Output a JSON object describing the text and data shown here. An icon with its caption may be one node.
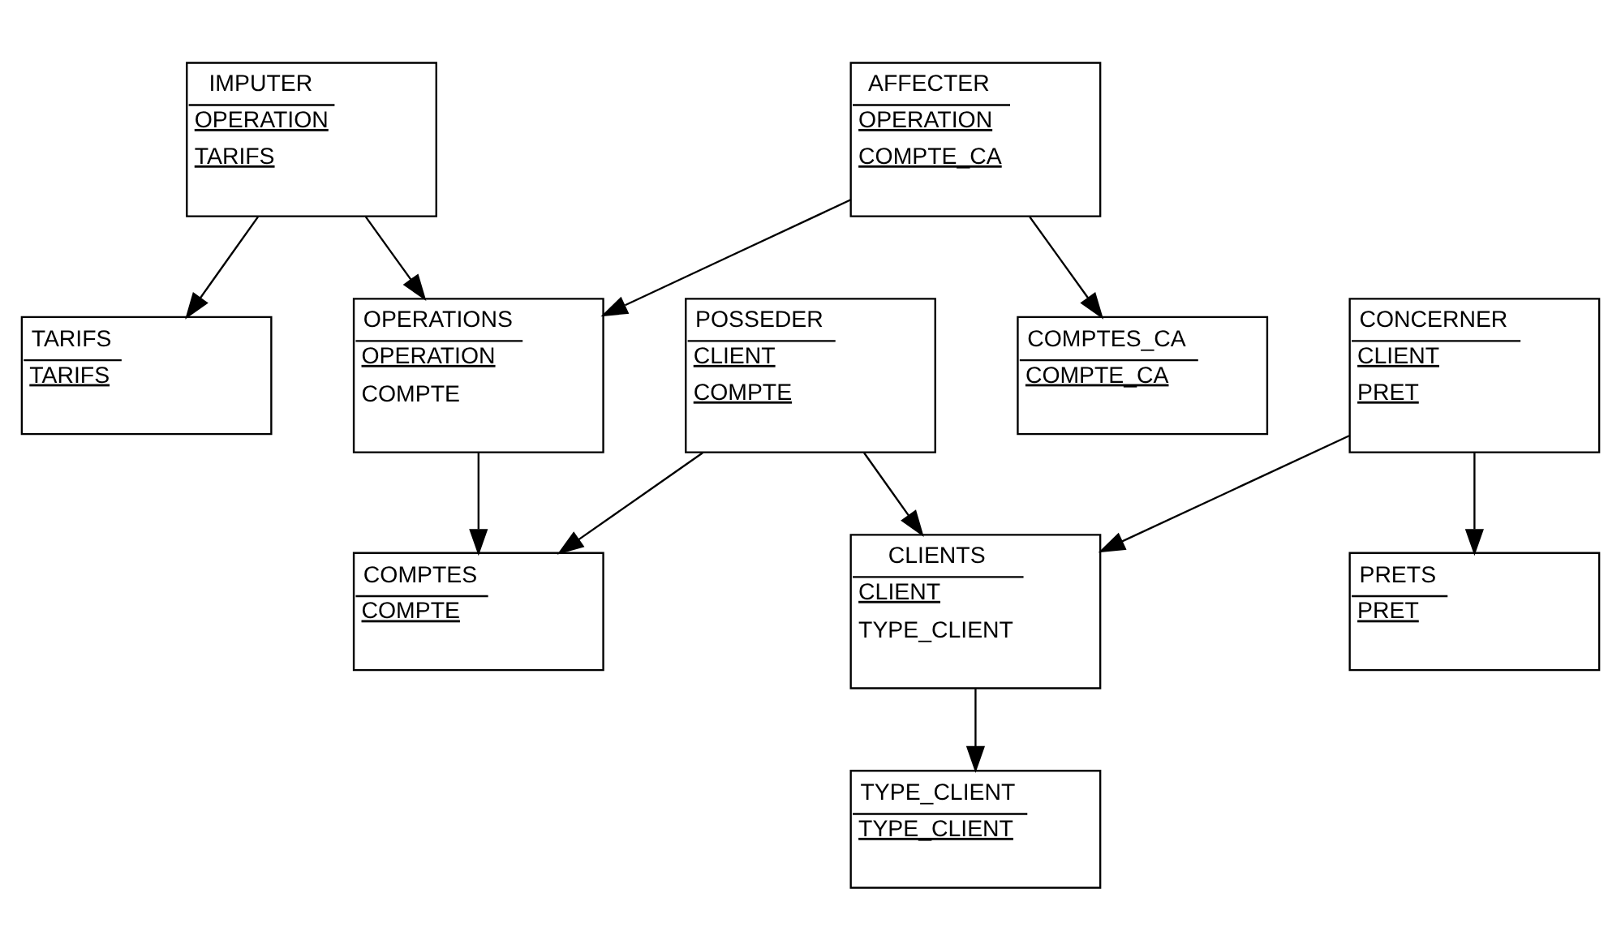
{
  "diagram": {
    "nodes": [
      {
        "text": [
          "TYPE_CLIENT",
          "TYPE_CLIENT"
        ]
      },
      {
        "text": [
          "CLIENTS",
          "CLIENT",
          "TYPE_CLIENT"
        ]
      },
      {
        "text": [
          "POSSEDER",
          "CLIENT",
          "COMPTE"
        ]
      },
      {
        "text": [
          "COMPTES",
          "COMPTE"
        ]
      },
      {
        "text": [
          "CONCERNER",
          "CLIENT",
          "PRET"
        ]
      },
      {
        "text": [
          "IMPUTER",
          "OPERATION",
          "TARIFS"
        ]
      },
      {
        "text": [
          "AFFECTER",
          "OPERATION",
          "COMPTE_CA"
        ]
      },
      {
        "text": [
          "OPERATIONS",
          "OPERATION",
          "COMPTE"
        ]
      },
      {
        "text": [
          "PRETS",
          "PRET"
        ]
      },
      {
        "text": [
          "TARIFS",
          "TARIFS"
        ]
      },
      {
        "text": [
          "COMPTES_CA",
          "COMPTE_CA"
        ]
      }
    ],
    "edges": [
      {
        "from": 1,
        "to": 0,
        "arrow": "to"
      },
      {
        "from": 2,
        "to": 1,
        "arrow": "to"
      },
      {
        "from": 2,
        "to": 3,
        "arrow": "to"
      },
      {
        "from": 4,
        "to": 1,
        "arrow": "to"
      },
      {
        "from": 4,
        "to": 8,
        "arrow": "to"
      },
      {
        "from": 5,
        "to": 9,
        "arrow": "to"
      },
      {
        "from": 5,
        "to": 7,
        "arrow": "to"
      },
      {
        "from": 7,
        "to": 3,
        "arrow": "to"
      },
      {
        "from": 6,
        "to": 7,
        "arrow": "to"
      },
      {
        "from": 6,
        "to": 10,
        "arrow": "to"
      }
    ]
  }
}
